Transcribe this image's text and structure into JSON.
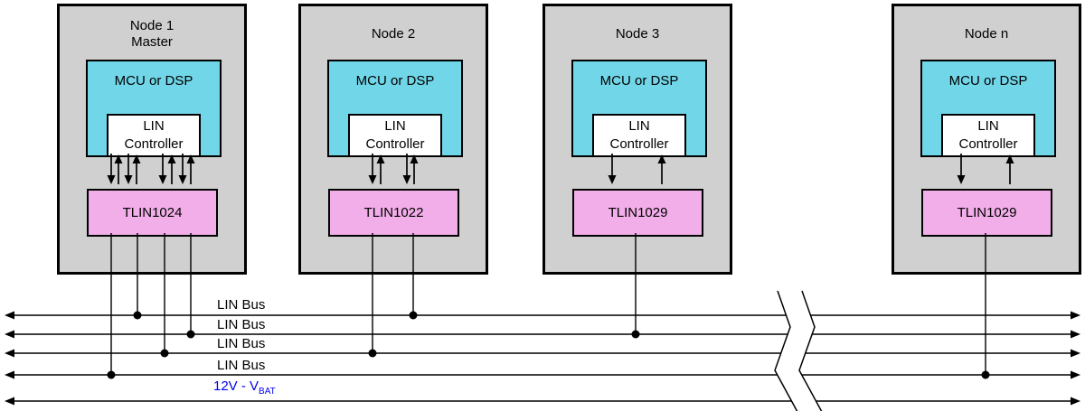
{
  "diagram": {
    "nodes": [
      {
        "title": "Node 1",
        "subtitle": "Master",
        "mcu": "MCU or DSP",
        "controller_line1": "LIN",
        "controller_line2": "Controller",
        "transceiver": "TLIN1024"
      },
      {
        "title": "Node 2",
        "subtitle": "",
        "mcu": "MCU or DSP",
        "controller_line1": "LIN",
        "controller_line2": "Controller",
        "transceiver": "TLIN1022"
      },
      {
        "title": "Node 3",
        "subtitle": "",
        "mcu": "MCU or DSP",
        "controller_line1": "LIN",
        "controller_line2": "Controller",
        "transceiver": "TLIN1029"
      },
      {
        "title": "Node n",
        "subtitle": "",
        "mcu": "MCU or DSP",
        "controller_line1": "LIN",
        "controller_line2": "Controller",
        "transceiver": "TLIN1029"
      }
    ],
    "bus_labels": [
      "LIN Bus",
      "LIN Bus",
      "LIN Bus",
      "LIN Bus"
    ],
    "battery_label": {
      "text": "12V - V",
      "subscript": "BAT"
    },
    "colors": {
      "node_fill": "#d0d0d0",
      "mcu_fill": "#70d6e8",
      "controller_fill": "#ffffff",
      "transceiver_fill": "#f2aee8",
      "wire": "#000000",
      "battery_text": "#0000ee"
    }
  }
}
